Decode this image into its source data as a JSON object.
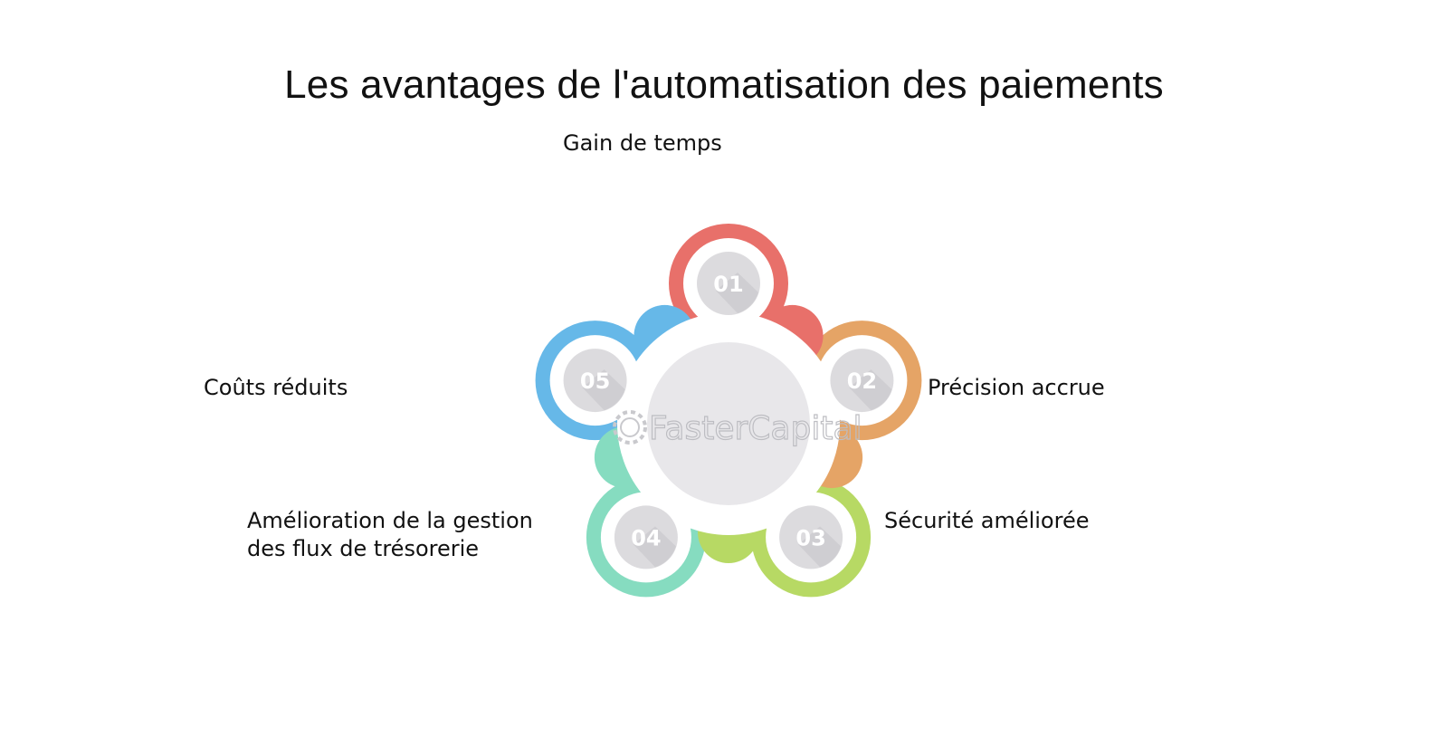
{
  "title": "Les avantages de l'automatisation des paiements",
  "items": [
    {
      "number": "01",
      "label_lines": [
        "Gain de temps"
      ],
      "color": "#e8706a"
    },
    {
      "number": "02",
      "label_lines": [
        "Précision accrue"
      ],
      "color": "#e5a466"
    },
    {
      "number": "03",
      "label_lines": [
        "Sécurité améliorée"
      ],
      "color": "#b7d964"
    },
    {
      "number": "04",
      "label_lines": [
        "Amélioration de la gestion",
        "des flux de trésorerie"
      ],
      "color": "#86dcc0"
    },
    {
      "number": "05",
      "label_lines": [
        "Coûts réduits"
      ],
      "color": "#66b8e8"
    }
  ],
  "colors": {
    "center_disc": "#e8e7ea",
    "number_disc": "#dcdbde",
    "number_shadow": "#cfced2"
  },
  "watermark": {
    "text": "FasterCapital",
    "icon": "gear-icon"
  }
}
